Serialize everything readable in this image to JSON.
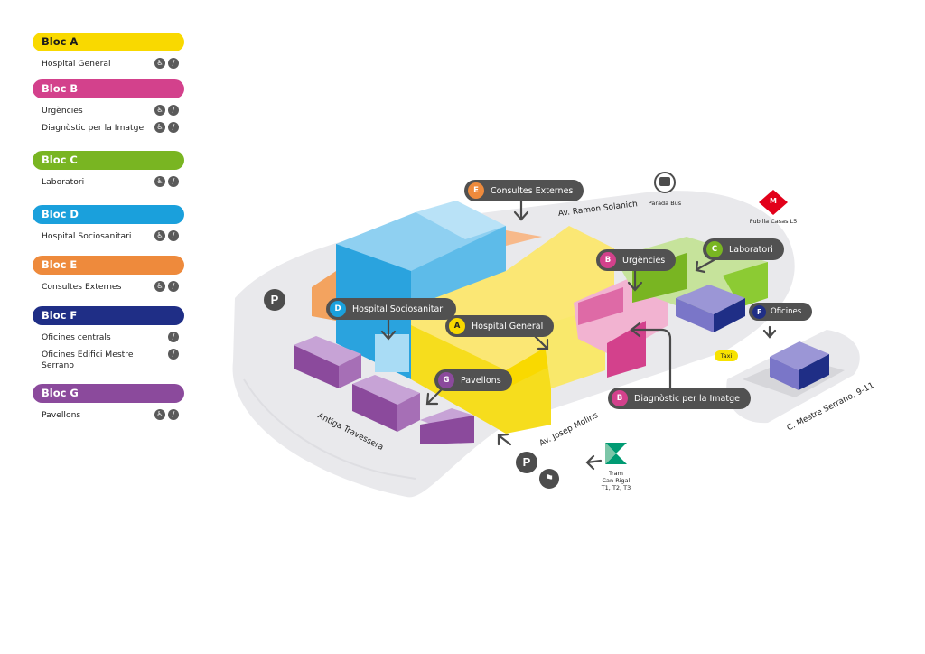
{
  "legend": {
    "blocs": [
      {
        "label": "Bloc A",
        "color": "#f9d900",
        "dark": true,
        "items": [
          {
            "label": "Hospital General",
            "icons": [
              "accessible-icon",
              "no-elevator-icon"
            ]
          }
        ]
      },
      {
        "label": "Bloc B",
        "color": "#d3418c",
        "dark": false,
        "items": [
          {
            "label": "Urgències",
            "icons": [
              "accessible-icon",
              "no-elevator-icon"
            ]
          },
          {
            "label": "Diagnòstic per la Imatge",
            "icons": [
              "accessible-icon",
              "no-elevator-icon"
            ]
          }
        ]
      },
      {
        "label": "Bloc C",
        "color": "#79b522",
        "dark": false,
        "items": [
          {
            "label": "Laboratori",
            "icons": [
              "accessible-icon",
              "no-elevator-icon"
            ]
          }
        ]
      },
      {
        "label": "Bloc D",
        "color": "#1aa0dc",
        "dark": false,
        "items": [
          {
            "label": "Hospital Sociosanitari",
            "icons": [
              "accessible-icon",
              "no-elevator-icon"
            ]
          }
        ]
      },
      {
        "label": "Bloc E",
        "color": "#ee8a3c",
        "dark": false,
        "items": [
          {
            "label": "Consultes Externes",
            "icons": [
              "accessible-icon",
              "no-elevator-icon"
            ]
          }
        ]
      },
      {
        "label": "Bloc F",
        "color": "#1f2e86",
        "dark": false,
        "items": [
          {
            "label": "Oficines centrals",
            "icons": [
              "no-elevator-icon"
            ]
          },
          {
            "label": "Oficines Edifici Mestre Serrano",
            "icons": [
              "no-elevator-icon"
            ]
          }
        ]
      },
      {
        "label": "Bloc G",
        "color": "#8b4a9c",
        "dark": false,
        "items": [
          {
            "label": "Pavellons",
            "icons": [
              "accessible-icon",
              "no-elevator-icon"
            ]
          }
        ]
      }
    ]
  },
  "callouts": {
    "consultes": {
      "letter": "E",
      "label": "Consultes Externes",
      "color": "#ee8a3c"
    },
    "urgencies": {
      "letter": "B",
      "label": "Urgències",
      "color": "#d3418c"
    },
    "laboratori": {
      "letter": "C",
      "label": "Laboratori",
      "color": "#79b522"
    },
    "sociosanitari": {
      "letter": "D",
      "label": "Hospital Sociosanitari",
      "color": "#1aa0dc"
    },
    "general": {
      "letter": "A",
      "label": "Hospital General",
      "color": "#f9d900"
    },
    "oficines": {
      "letter": "F",
      "label": "Oficines",
      "color": "#1f2e86"
    },
    "pavellons": {
      "letter": "G",
      "label": "Pavellons",
      "color": "#8b4a9c"
    },
    "diagnostic": {
      "letter": "B",
      "label": "Diagnòstic per la Imatge",
      "color": "#d3418c"
    }
  },
  "streets": {
    "ramon": "Av. Ramon Solanich",
    "josep": "Av. Josep Molins",
    "antiga": "Antiga Travessera",
    "mestre": "C. Mestre Serrano, 9-11"
  },
  "transport": {
    "bus": "Parada Bus",
    "metro_letter": "M",
    "metro": "Pubilla Casas L5",
    "taxi": "Taxi",
    "parking": "P",
    "tram_line1": "Tram",
    "tram_line2": "Can Rigal",
    "tram_line3": "T1, T2, T3"
  }
}
